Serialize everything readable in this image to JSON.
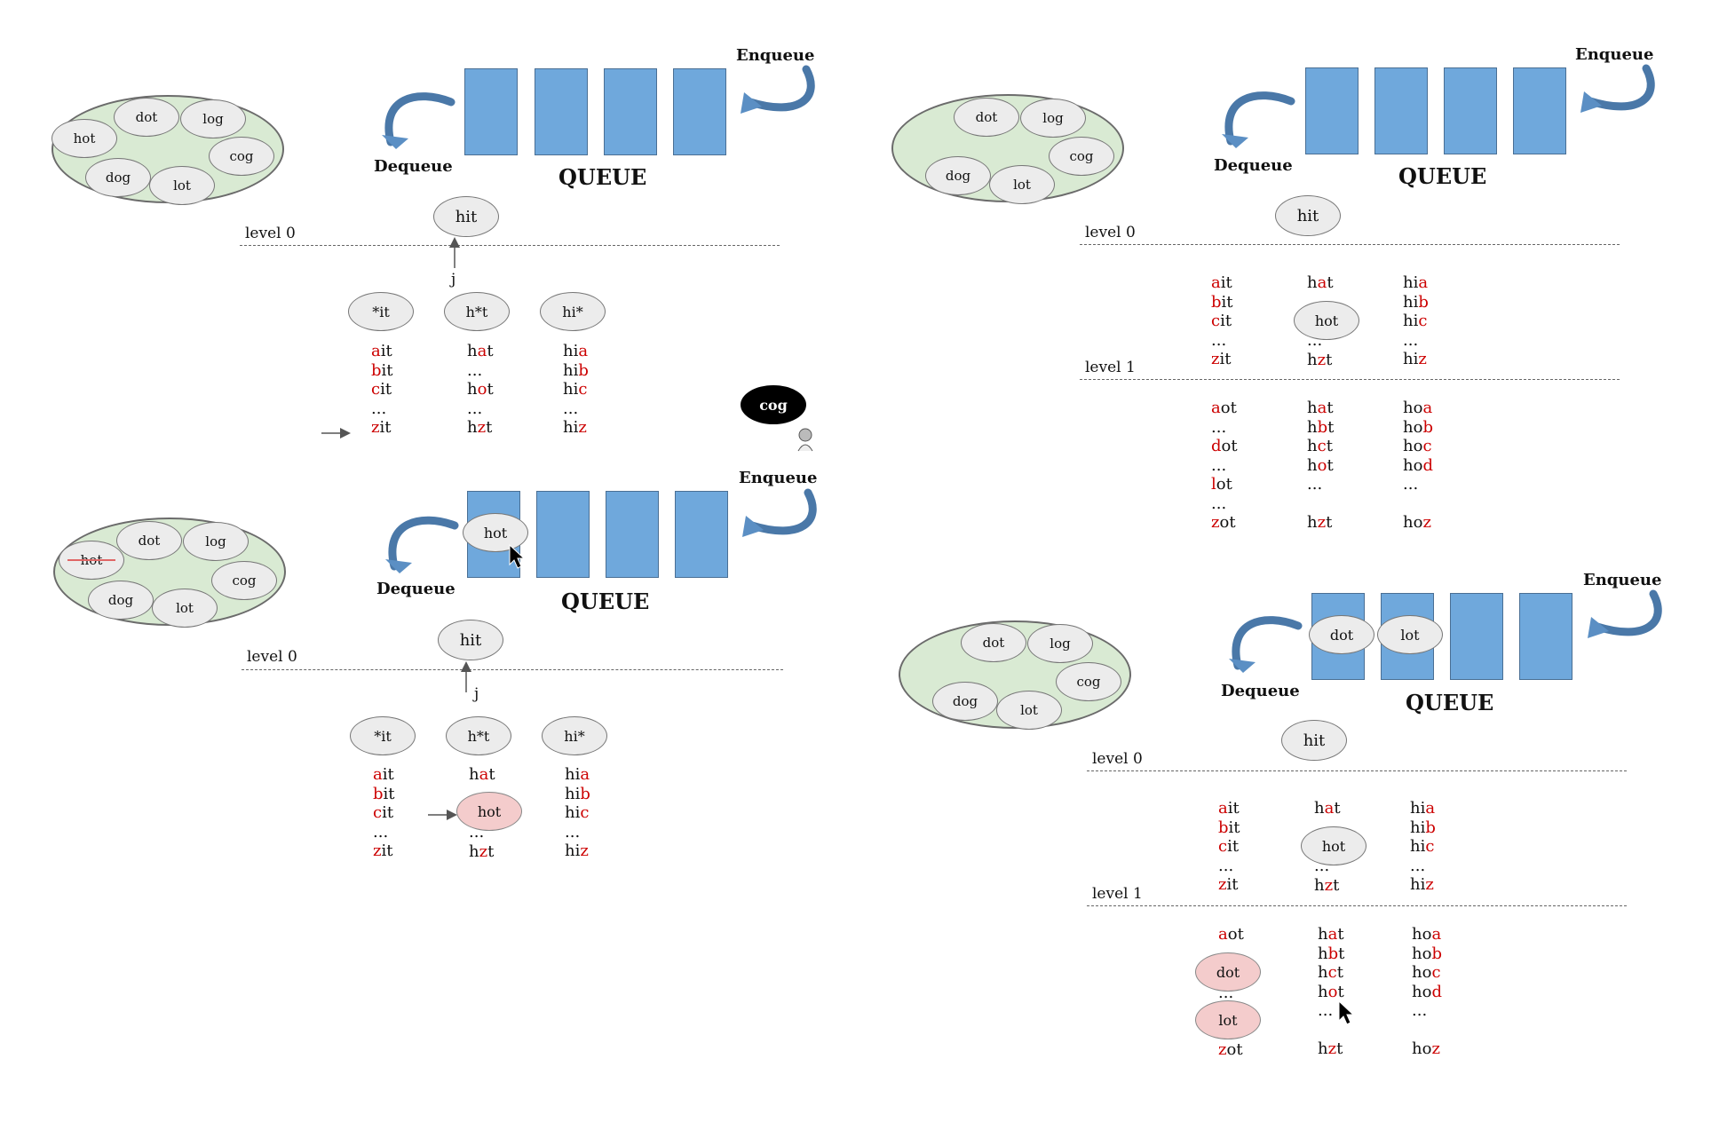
{
  "labels": {
    "enqueue": "Enqueue",
    "dequeue": "Dequeue",
    "queue": "QUEUE",
    "level0": "level 0",
    "level1": "level 1",
    "j": "j"
  },
  "pool_words": {
    "hot": "hot",
    "dot": "dot",
    "log": "log",
    "cog": "cog",
    "dog": "dog",
    "lot": "lot"
  },
  "nodes": {
    "hit": "hit",
    "pattern1": "*it",
    "pattern2": "h*t",
    "pattern3": "hi*"
  },
  "panel_tl": {
    "col1": [
      [
        "",
        "a",
        "it"
      ],
      [
        "",
        "b",
        "it"
      ],
      [
        "",
        "c",
        "it"
      ],
      [
        "...",
        "",
        ""
      ],
      [
        "",
        "z",
        "it"
      ]
    ],
    "col2": [
      [
        "h",
        "a",
        "t"
      ],
      [
        "...",
        "",
        ""
      ],
      [
        "h",
        "o",
        "t"
      ],
      [
        "...",
        "",
        ""
      ],
      [
        "h",
        "z",
        "t"
      ]
    ],
    "col3": [
      [
        "hi",
        "a",
        ""
      ],
      [
        "hi",
        "b",
        ""
      ],
      [
        "hi",
        "c",
        ""
      ],
      [
        "...",
        "",
        ""
      ],
      [
        "hi",
        "z",
        ""
      ]
    ],
    "bubble": "cog"
  },
  "panel_bl": {
    "queue_item": "hot",
    "col1": [
      [
        "",
        "a",
        "it"
      ],
      [
        "",
        "b",
        "it"
      ],
      [
        "",
        "c",
        "it"
      ],
      [
        "...",
        "",
        ""
      ],
      [
        "",
        "z",
        "it"
      ]
    ],
    "col2_top": [
      [
        "h",
        "a",
        "t"
      ]
    ],
    "col2_highlight": "hot",
    "col2_bottom": [
      [
        "...",
        "",
        ""
      ],
      [
        "h",
        "z",
        "t"
      ]
    ],
    "col3": [
      [
        "hi",
        "a",
        ""
      ],
      [
        "hi",
        "b",
        ""
      ],
      [
        "hi",
        "c",
        ""
      ],
      [
        "...",
        "",
        ""
      ],
      [
        "hi",
        "z",
        ""
      ]
    ]
  },
  "panel_tr": {
    "l1_col1": [
      [
        "",
        "a",
        "it"
      ],
      [
        "",
        "b",
        "it"
      ],
      [
        "",
        "c",
        "it"
      ],
      [
        "...",
        "",
        ""
      ],
      [
        "",
        "z",
        "it"
      ]
    ],
    "l1_col2_top": [
      [
        "h",
        "a",
        "t"
      ]
    ],
    "l1_col2_node": "hot",
    "l1_col2_bottom": [
      [
        "...",
        "",
        ""
      ],
      [
        "h",
        "z",
        "t"
      ]
    ],
    "l1_col3": [
      [
        "hi",
        "a",
        ""
      ],
      [
        "hi",
        "b",
        ""
      ],
      [
        "hi",
        "c",
        ""
      ],
      [
        "...",
        "",
        ""
      ],
      [
        "hi",
        "z",
        ""
      ]
    ],
    "l2_col1": [
      [
        "",
        "a",
        "ot"
      ],
      [
        "...",
        "",
        ""
      ],
      [
        "",
        "d",
        "ot"
      ],
      [
        "...",
        "",
        ""
      ],
      [
        "",
        "l",
        "ot"
      ],
      [
        "...",
        "",
        ""
      ],
      [
        "",
        "z",
        "ot"
      ]
    ],
    "l2_col2": [
      [
        "h",
        "a",
        "t"
      ],
      [
        "h",
        "b",
        "t"
      ],
      [
        "h",
        "c",
        "t"
      ],
      [
        "h",
        "o",
        "t"
      ],
      [
        "...",
        "",
        ""
      ],
      [
        "",
        "",
        " "
      ],
      [
        "h",
        "z",
        "t"
      ]
    ],
    "l2_col3": [
      [
        "ho",
        "a",
        ""
      ],
      [
        "ho",
        "b",
        ""
      ],
      [
        "ho",
        "c",
        ""
      ],
      [
        "ho",
        "d",
        ""
      ],
      [
        "...",
        "",
        ""
      ],
      [
        "",
        "",
        " "
      ],
      [
        "ho",
        "z",
        ""
      ]
    ]
  },
  "panel_br": {
    "queue_items": [
      "dot",
      "lot"
    ],
    "l1_col1": [
      [
        "",
        "a",
        "it"
      ],
      [
        "",
        "b",
        "it"
      ],
      [
        "",
        "c",
        "it"
      ],
      [
        "...",
        "",
        ""
      ],
      [
        "",
        "z",
        "it"
      ]
    ],
    "l1_col2_top": [
      [
        "h",
        "a",
        "t"
      ]
    ],
    "l1_col2_node": "hot",
    "l1_col2_bottom": [
      [
        "...",
        "",
        ""
      ],
      [
        "h",
        "z",
        "t"
      ]
    ],
    "l1_col3": [
      [
        "hi",
        "a",
        ""
      ],
      [
        "hi",
        "b",
        ""
      ],
      [
        "hi",
        "c",
        ""
      ],
      [
        "...",
        "",
        ""
      ],
      [
        "hi",
        "z",
        ""
      ]
    ],
    "l2_col1_top": [
      [
        "",
        "a",
        "ot"
      ]
    ],
    "l2_col1_dot": "dot",
    "l2_col1_mid": "...",
    "l2_col1_lot": "lot",
    "l2_col1_bottom": [
      [
        "",
        "z",
        "ot"
      ]
    ],
    "l2_col2": [
      [
        "h",
        "a",
        "t"
      ],
      [
        "h",
        "b",
        "t"
      ],
      [
        "h",
        "c",
        "t"
      ],
      [
        "h",
        "o",
        "t"
      ],
      [
        "...",
        "",
        ""
      ],
      [
        "",
        "",
        " "
      ],
      [
        "h",
        "z",
        "t"
      ]
    ],
    "l2_col3": [
      [
        "ho",
        "a",
        ""
      ],
      [
        "ho",
        "b",
        ""
      ],
      [
        "ho",
        "c",
        ""
      ],
      [
        "ho",
        "d",
        ""
      ],
      [
        "...",
        "",
        ""
      ],
      [
        "",
        "",
        " "
      ],
      [
        "ho",
        "z",
        ""
      ]
    ]
  },
  "colors": {
    "pool_fill": "#d9ead3",
    "queue_slot": "#6fa8dc",
    "arrow": "#5b8fc4",
    "highlight": "#f4cccc",
    "accent_red": "#cc0000"
  }
}
